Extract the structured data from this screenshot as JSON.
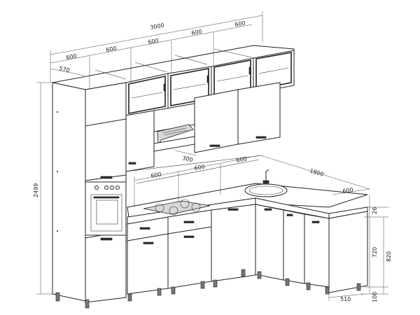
{
  "dimensions": {
    "total_width": "3000",
    "upper_1": "600",
    "upper_2": "600",
    "upper_3": "600",
    "upper_4": "600",
    "upper_5": "600",
    "upper_depth": "570",
    "total_height": "2499",
    "hood_depth": "300",
    "counter_1": "600",
    "counter_2": "600",
    "counter_3": "600",
    "corner_length": "1800",
    "corner_depth": "600",
    "top_thickness": "26",
    "cabinet_height": "720",
    "base_height": "820",
    "leg_height": "100",
    "base_depth": "510"
  }
}
